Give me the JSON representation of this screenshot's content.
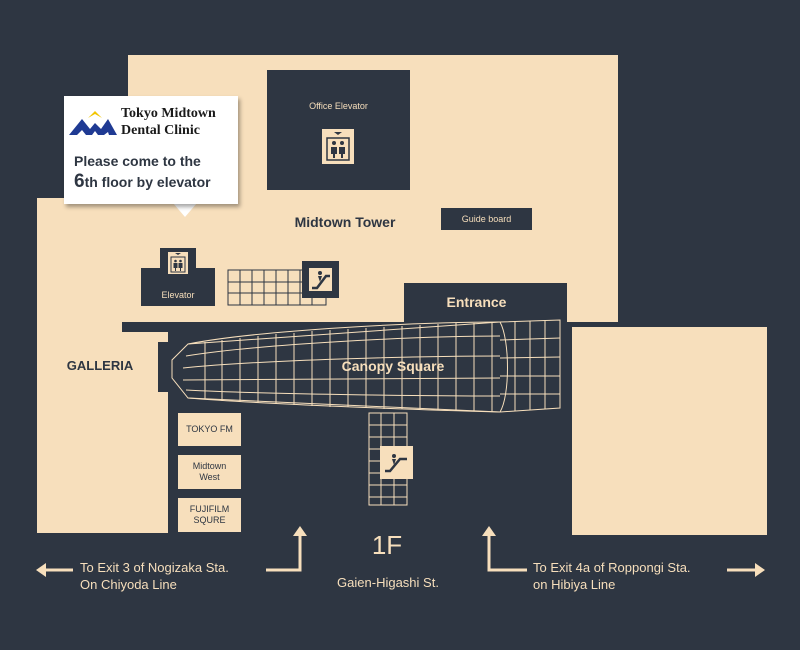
{
  "callout": {
    "clinic_name_line1": "Tokyo Midtown",
    "clinic_name_line2": "Dental Clinic",
    "message_line1": "Please come to the",
    "message_floor_number": "6",
    "message_line2_rest": "th floor by elevator"
  },
  "areas": {
    "office_elevator": "Office Elevator",
    "midtown_tower": "Midtown Tower",
    "guide_board": "Guide board",
    "elevator": "Elevator",
    "entrance": "Entrance",
    "galleria": "GALLERIA",
    "canopy_square": "Canopy Square"
  },
  "shops": [
    {
      "label": "TOKYO FM"
    },
    {
      "label": "Midtown West"
    },
    {
      "label": "FUJIFILM SQURE"
    }
  ],
  "floor": "1F",
  "street": "Gaien-Higashi St.",
  "directions": {
    "left_line1": "To Exit 3 of Nogizaka Sta.",
    "left_line2": "On Chiyoda Line",
    "right_line1": "To Exit 4a of Roppongi Sta.",
    "right_line2": "on Hibiya Line"
  },
  "colors": {
    "background": "#2e3642",
    "building": "#f7dfbc",
    "logo_navy": "#1f3a93",
    "logo_gold": "#f2c500"
  },
  "icons": [
    "elevator-icon",
    "escalator-icon",
    "arrow-left-icon",
    "arrow-right-icon",
    "arrow-up-icon",
    "logo-mountain-icon"
  ]
}
